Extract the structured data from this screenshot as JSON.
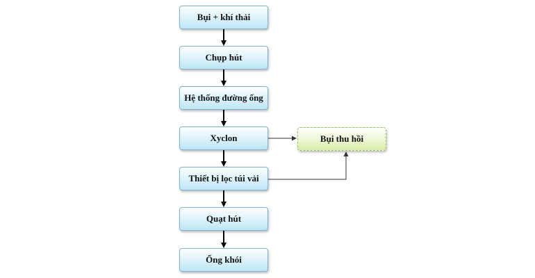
{
  "diagram": {
    "nodes": {
      "dust_gas": "Bụi + khí thải",
      "hood": "Chụp hút",
      "duct": "Hệ thống đường ống",
      "cyclone": "Xyclon",
      "bag_filter": "Thiết bị lọc túi vải",
      "fan": "Quạt hút",
      "stack": "Ống khói",
      "recovered_dust": "Bụi thu hồi"
    },
    "colors": {
      "box_border": "#7fb3cf",
      "box_fill": "#bde6f6",
      "output_border": "#9cc46a",
      "output_fill": "#d8ecaa",
      "main_arrow": "#000000",
      "side_arrow": "#333333"
    }
  }
}
